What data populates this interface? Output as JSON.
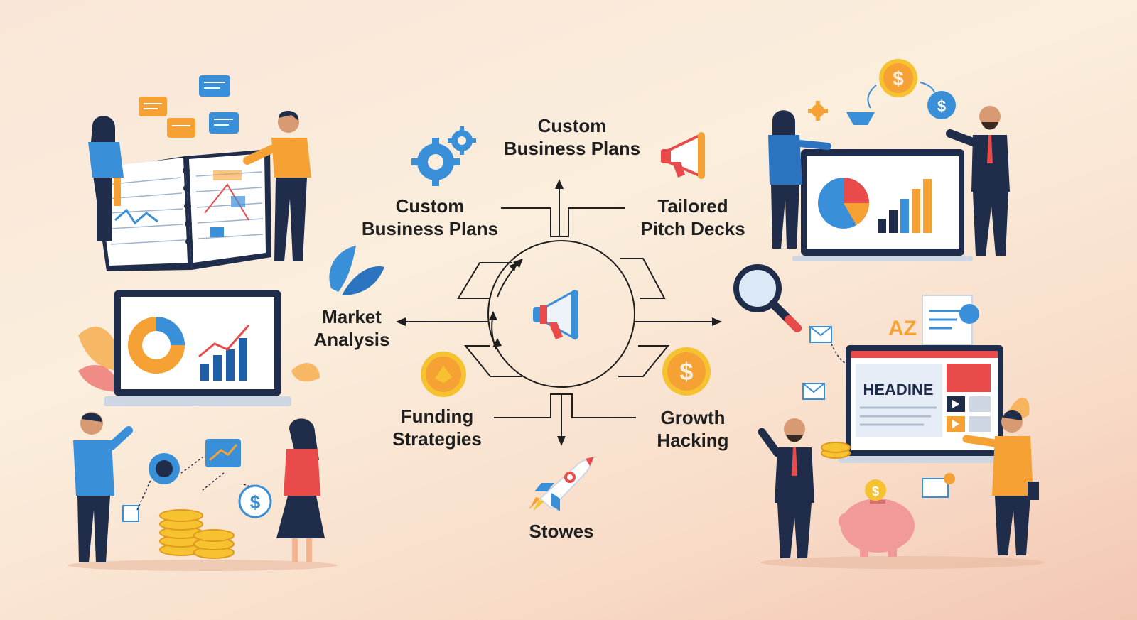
{
  "labels": {
    "top": {
      "line1": "Custom",
      "line2": "Business Plans"
    },
    "upper_left": {
      "line1": "Custom",
      "line2": "Business Plans"
    },
    "upper_right": {
      "line1": "Tailored",
      "line2": "Pitch Decks"
    },
    "left": {
      "line1": "Market",
      "line2": "Analysis"
    },
    "lower_left": {
      "line1": "Funding",
      "line2": "Strategies"
    },
    "lower_right": {
      "line1": "Growth",
      "line2": "Hacking"
    },
    "bottom": {
      "line1": "Stowes"
    }
  },
  "scene_text": {
    "headline": "HEADINE",
    "az": "AZ"
  },
  "colors": {
    "blue": "#3a8fd9",
    "orange": "#f5a133",
    "gold": "#f6c22f",
    "red": "#e94b4b",
    "navy": "#1f2d4a",
    "line": "#1f1f1f"
  },
  "icons": [
    "gears-icon",
    "megaphone-icon",
    "leaf-icon",
    "coin-icon",
    "rocket-icon",
    "magnifier-icon",
    "dollar-coin-icon",
    "piggy-bank-icon",
    "chat-bubble-icon"
  ]
}
